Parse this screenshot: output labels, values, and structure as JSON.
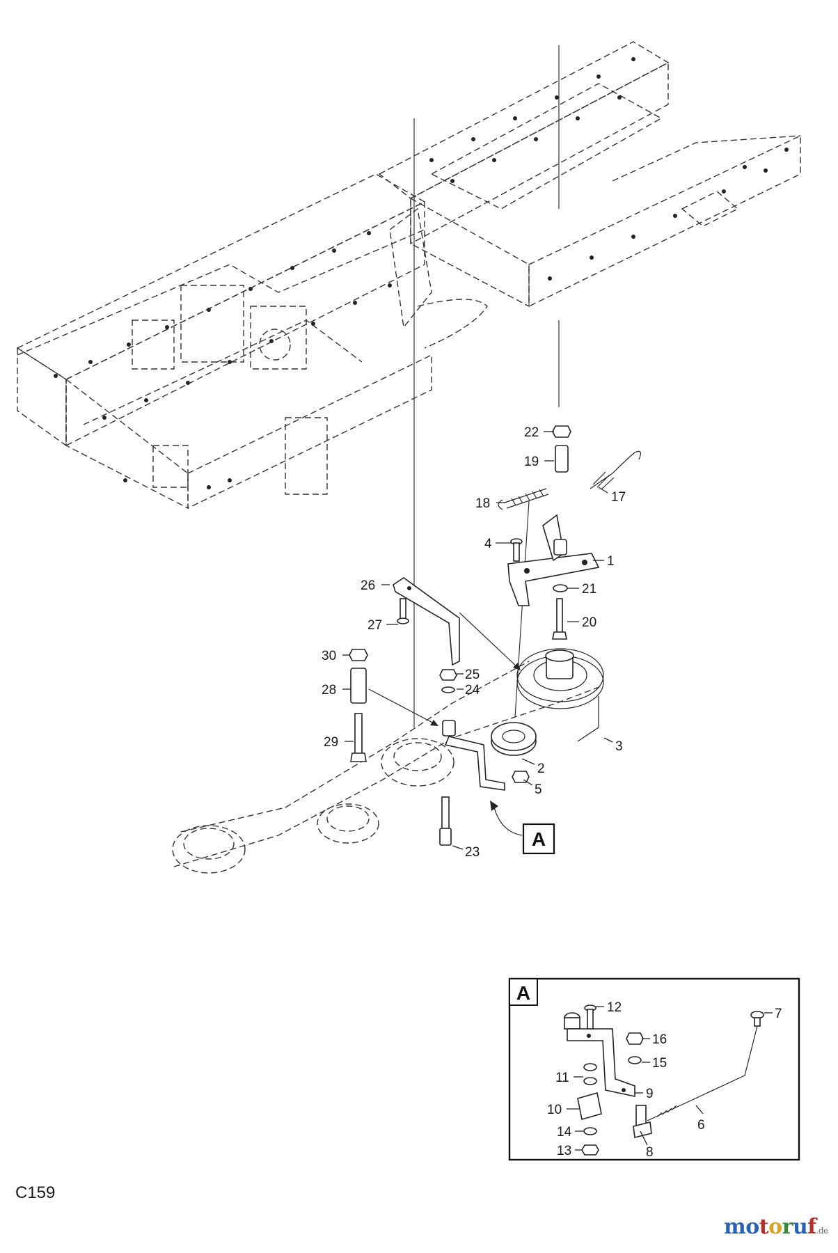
{
  "drawing_code": "C159",
  "watermark": {
    "parts": [
      {
        "text": "m",
        "color": "#2a64b0"
      },
      {
        "text": "o",
        "color": "#2a64b0"
      },
      {
        "text": "t",
        "color": "#b3312a"
      },
      {
        "text": "o",
        "color": "#d9a21f"
      },
      {
        "text": "r",
        "color": "#3b8a3a"
      },
      {
        "text": "u",
        "color": "#2a64b0"
      },
      {
        "text": "f",
        "color": "#b3312a"
      }
    ],
    "suffix": ".de"
  },
  "detail_view": {
    "letter": "A",
    "callout_letter": "A"
  },
  "part_labels": {
    "p1": "1",
    "p2": "2",
    "p3": "3",
    "p4": "4",
    "p5": "5",
    "p17": "17",
    "p18": "18",
    "p19": "19",
    "p20": "20",
    "p21": "21",
    "p22": "22",
    "p23": "23",
    "p24": "24",
    "p25": "25",
    "p26": "26",
    "p27": "27",
    "p28": "28",
    "p29": "29",
    "p30": "30"
  },
  "detail_labels": {
    "p6": "6",
    "p7": "7",
    "p8": "8",
    "p9": "9",
    "p10": "10",
    "p11": "11",
    "p12": "12",
    "p13": "13",
    "p14": "14",
    "p15": "15",
    "p16": "16"
  }
}
